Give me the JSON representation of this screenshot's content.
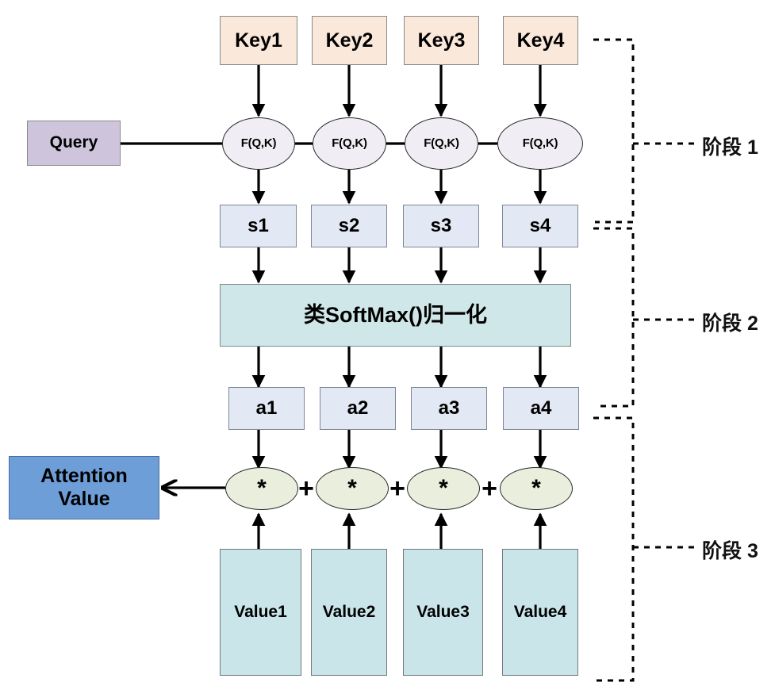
{
  "diagram": {
    "title": "Attention mechanism three-stage computation diagram",
    "colors": {
      "key_fill": "#fae8da",
      "query_fill": "#cec5dd",
      "score_fill": "#e3e9f4",
      "softmax_fill": "#cfe7e8",
      "value_fill": "#c9e5ea",
      "attention_fill": "#6d9ed8",
      "fqk_fill": "#f0eef4",
      "multiply_fill": "#eaeedc",
      "stroke": "#000000"
    },
    "keys": [
      {
        "label": "Key1"
      },
      {
        "label": "Key2"
      },
      {
        "label": "Key3"
      },
      {
        "label": "Key4"
      }
    ],
    "query": {
      "label": "Query"
    },
    "functions": [
      {
        "label": "F(Q,K)"
      },
      {
        "label": "F(Q,K)"
      },
      {
        "label": "F(Q,K)"
      },
      {
        "label": "F(Q,K)"
      }
    ],
    "scores": [
      {
        "label": "s1"
      },
      {
        "label": "s2"
      },
      {
        "label": "s3"
      },
      {
        "label": "s4"
      }
    ],
    "softmax": {
      "label": "类SoftMax()归一化"
    },
    "weights": [
      {
        "label": "a1"
      },
      {
        "label": "a2"
      },
      {
        "label": "a3"
      },
      {
        "label": "a4"
      }
    ],
    "multipliers": [
      {
        "label": "*"
      },
      {
        "label": "*"
      },
      {
        "label": "*"
      },
      {
        "label": "*"
      }
    ],
    "adders": [
      {
        "label": "+"
      },
      {
        "label": "+"
      },
      {
        "label": "+"
      }
    ],
    "values": [
      {
        "label": "Value1"
      },
      {
        "label": "Value2"
      },
      {
        "label": "Value3"
      },
      {
        "label": "Value4"
      }
    ],
    "attention_output": {
      "line1": "Attention",
      "line2": "Value"
    },
    "stages": [
      {
        "label": "阶段 1"
      },
      {
        "label": "阶段 2"
      },
      {
        "label": "阶段 3"
      }
    ]
  }
}
